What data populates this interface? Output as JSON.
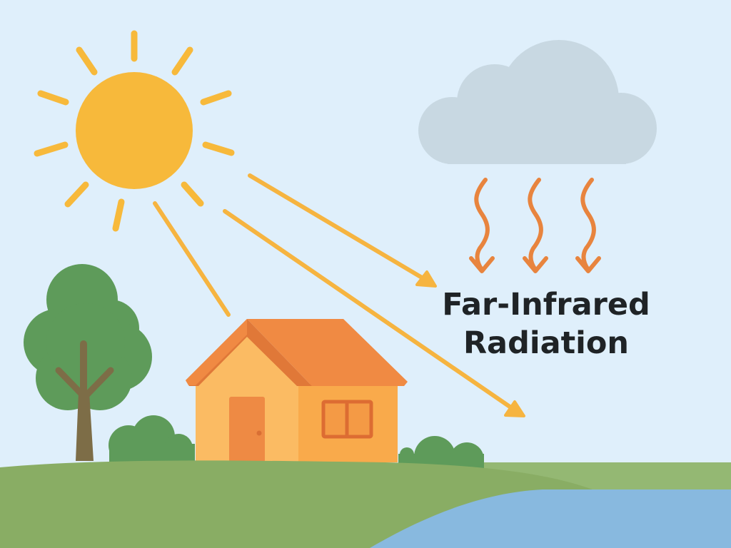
{
  "diagram": {
    "label": {
      "line1": "Far-Infrared",
      "line2": "Radiation"
    },
    "elements": [
      "sun",
      "cloud",
      "wavy-radiation-arrows",
      "sun-rays-arrows",
      "house",
      "tree",
      "bushes",
      "grass-hills",
      "lake"
    ],
    "colors": {
      "sky": "#dfeffb",
      "sun": "#f7b93b",
      "ray": "#f6b440",
      "cloud": "#c8d8e2",
      "radiation_arrow": "#e8843e",
      "house_wall_front": "#fbbb63",
      "house_wall_side": "#f9aa4b",
      "roof": "#f08a43",
      "roof_edge": "#e07838",
      "door": "#ee8a44",
      "window_frame": "#dd6c32",
      "window_glass": "#f49a45",
      "tree_canopy": "#5e9b5a",
      "tree_trunk": "#7d6d47",
      "grass_front": "#89ad64",
      "grass_back": "#94b873",
      "lake": "#88b9df",
      "text": "#1f2326"
    }
  }
}
